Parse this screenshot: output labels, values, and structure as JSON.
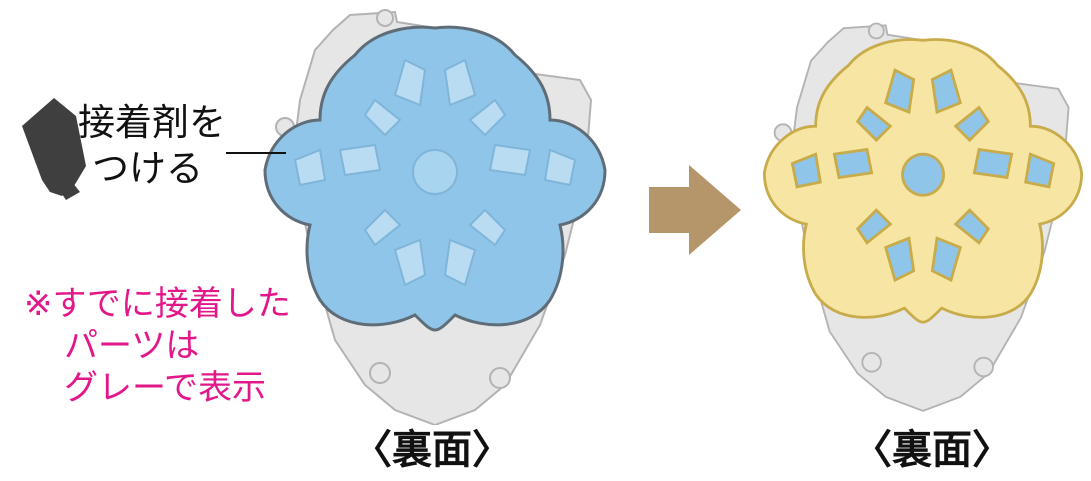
{
  "colors": {
    "glue_text": "#111111",
    "note_text": "#e2188a",
    "arrow": "#b5966b",
    "blue_fill": "#8fc5e8",
    "blue_stroke": "#5f6d78",
    "yellow_fill": "#f7e6a3",
    "yellow_stroke": "#c8ab4a",
    "gray_fill": "#e6e6e6",
    "gray_stroke": "#b3b3b3",
    "tube": "#3f3f3f"
  },
  "icons": {
    "glue_tube": "glue-tube-icon",
    "arrow": "right-arrow-icon"
  },
  "callout": {
    "line1": "接着剤を",
    "line2": "つける"
  },
  "note": {
    "line1": "※すでに接着した",
    "line2": "パーツは",
    "line3": "グレーで表示"
  },
  "captions": {
    "left": "〈裏面〉",
    "right": "〈裏面〉"
  }
}
